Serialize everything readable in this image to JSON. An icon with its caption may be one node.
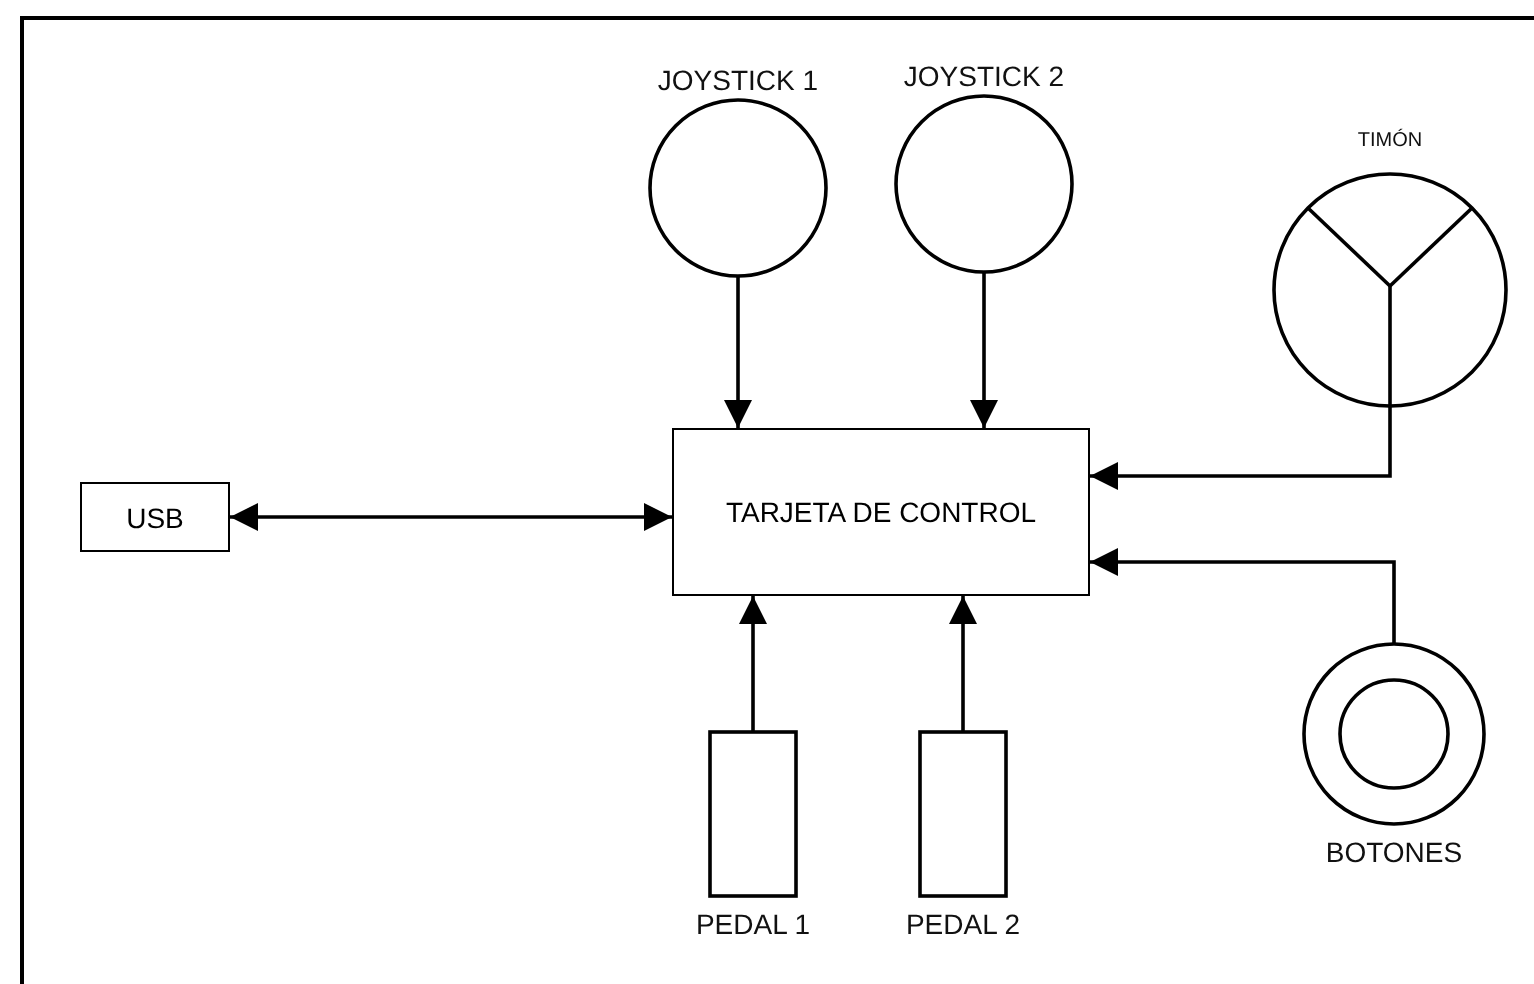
{
  "diagram": {
    "nodes": [
      {
        "text": [
          "USB"
        ]
      },
      {
        "text": [
          "TARJETA DE CONTROL"
        ]
      },
      {
        "text": [
          "JOYSTICK 1"
        ]
      },
      {
        "text": [
          "JOYSTICK 2"
        ]
      },
      {
        "text": [
          "TIMÓN"
        ]
      },
      {
        "text": [
          "PEDAL 1"
        ]
      },
      {
        "text": [
          "PEDAL 2"
        ]
      },
      {
        "text": [
          "BOTONES"
        ]
      }
    ],
    "edges": [
      {
        "from": 0,
        "to": 1,
        "arrow": "both"
      },
      {
        "from": 2,
        "to": 1,
        "arrow": "to"
      },
      {
        "from": 3,
        "to": 1,
        "arrow": "to"
      },
      {
        "from": 4,
        "to": 1,
        "arrow": "to"
      },
      {
        "from": 5,
        "to": 1,
        "arrow": "to"
      },
      {
        "from": 6,
        "to": 1,
        "arrow": "to"
      },
      {
        "from": 7,
        "to": 1,
        "arrow": "to"
      }
    ]
  }
}
